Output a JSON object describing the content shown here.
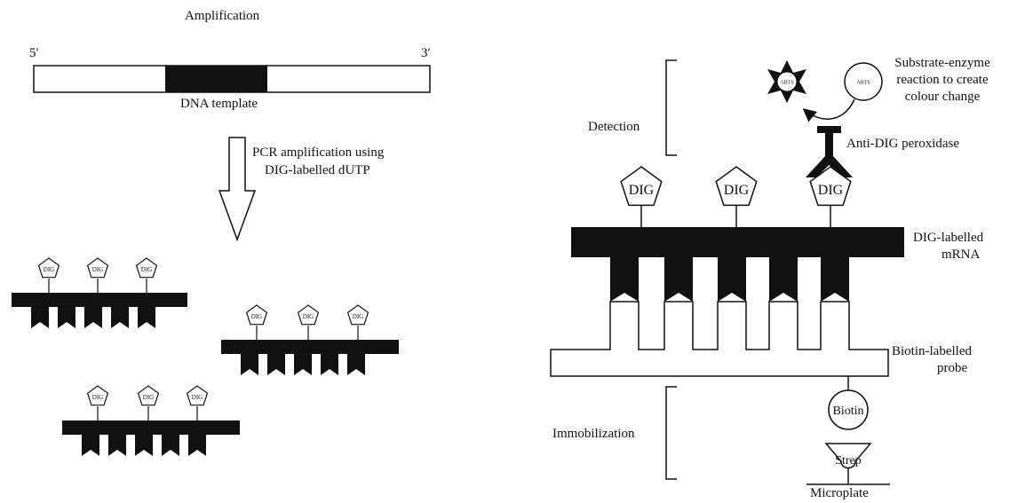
{
  "amplification": {
    "title": "Amplification",
    "five_prime": "5′",
    "three_prime": "3′",
    "template_label": "DNA template",
    "pcr_label_line1": "PCR amplification using",
    "pcr_label_line2": "DIG-labelled dUTP",
    "small_tag": "DIG",
    "product_count": 3,
    "tags_per_product": 3
  },
  "detection": {
    "section_detection": "Detection",
    "section_immobilization": "Immobilization",
    "abts_left": "ABTS",
    "abts_right": "ABTS",
    "substrate_line1": "Substrate-enzyme",
    "substrate_line2": "reaction to create",
    "substrate_line3": "colour change",
    "anti_dig": "Anti-DIG peroxidase",
    "dig_tags": [
      "DIG",
      "DIG",
      "DIG"
    ],
    "mrna_line1": "DIG-labelled",
    "mrna_line2": "mRNA",
    "probe_line1": "Biotin-labelled",
    "probe_line2": "probe",
    "biotin": "Biotin",
    "strep": "Strep",
    "microplate": "Microplate"
  },
  "colors": {
    "ink": "#111111",
    "paper": "#ffffff"
  }
}
